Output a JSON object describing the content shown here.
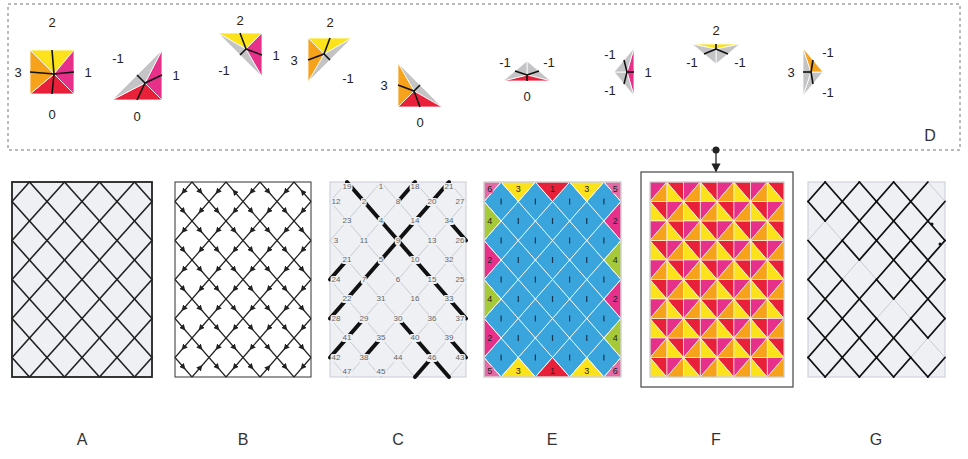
{
  "diagram": {
    "labels": [
      "A",
      "B",
      "C",
      "E",
      "F",
      "G",
      "D",
      "2",
      "3",
      "1",
      "0",
      "-1",
      "1",
      "0",
      "2",
      "-1",
      "1",
      "2",
      "3",
      "-1",
      "3",
      "0",
      "-1",
      "-1",
      "0",
      "-1",
      "1",
      "-1",
      "2",
      "-1",
      "-1",
      "3",
      "-1",
      "-1",
      "19",
      "1",
      "18",
      "21",
      "12",
      "2",
      "8",
      "20",
      "27",
      "23",
      "4",
      "14",
      "34",
      "3",
      "11",
      "9",
      "13",
      "26",
      "21",
      "5",
      "10",
      "32",
      "24",
      "7",
      "6",
      "15",
      "25",
      "22",
      "31",
      "16",
      "33",
      "28",
      "29",
      "30",
      "36",
      "37",
      "41",
      "35",
      "40",
      "39",
      "42",
      "38",
      "44",
      "46",
      "43",
      "47",
      "45",
      "6",
      "3",
      "1",
      "3",
      "5",
      "4",
      "2",
      "4",
      "2",
      "2",
      "4",
      "2",
      "4",
      "5",
      "3",
      "1",
      "3",
      "6"
    ]
  }
}
